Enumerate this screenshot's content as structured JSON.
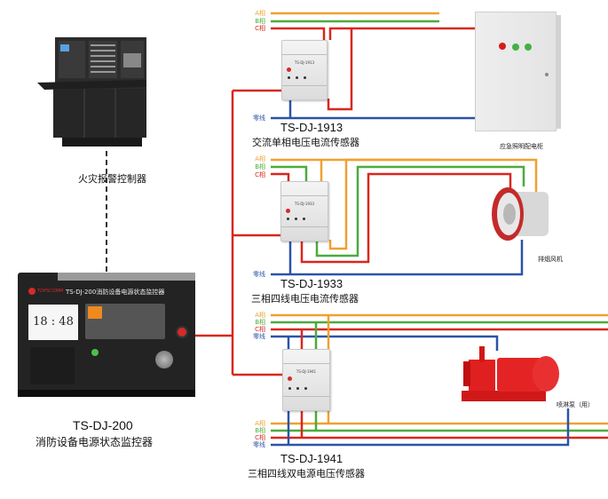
{
  "colors": {
    "phase_a": "#f0a030",
    "phase_b": "#4aac3c",
    "phase_c": "#d9271e",
    "neutral": "#2a54a8",
    "bus": "#d9271e"
  },
  "fire_controller": {
    "label": "火灾报警控制器"
  },
  "monitor": {
    "model": "TS-DJ-200",
    "name": "消防设备电源状态监控器",
    "panel_title": "TS-DJ-200消防设备电源状态监控器",
    "brand": "TOPSCOMM",
    "clock": "18 : 48"
  },
  "sensors": [
    {
      "model": "TS-DJ-1913",
      "name": "交流单相电压电流传感器",
      "plate": "TS-DJ-1913",
      "wire_labels": [
        "A相",
        "B相",
        "C相",
        "零线"
      ]
    },
    {
      "model": "TS-DJ-1933",
      "name": "三相四线电压电流传感器",
      "plate": "TS-DJ-1933",
      "wire_labels": [
        "A相",
        "B相",
        "C相",
        "零线"
      ]
    },
    {
      "model": "TS-DJ-1941",
      "name": "三相四线双电源电压传感器",
      "plate": "TS-DJ-1941",
      "wire_labels_top": [
        "A相",
        "B相",
        "C相",
        "零线"
      ],
      "wire_labels_bottom": [
        "A相",
        "B相",
        "C相",
        "零线"
      ]
    }
  ],
  "equipment": [
    {
      "name": "应急照明配电柜"
    },
    {
      "name": "排烟风机"
    },
    {
      "name": "喷淋泵（用）"
    }
  ]
}
